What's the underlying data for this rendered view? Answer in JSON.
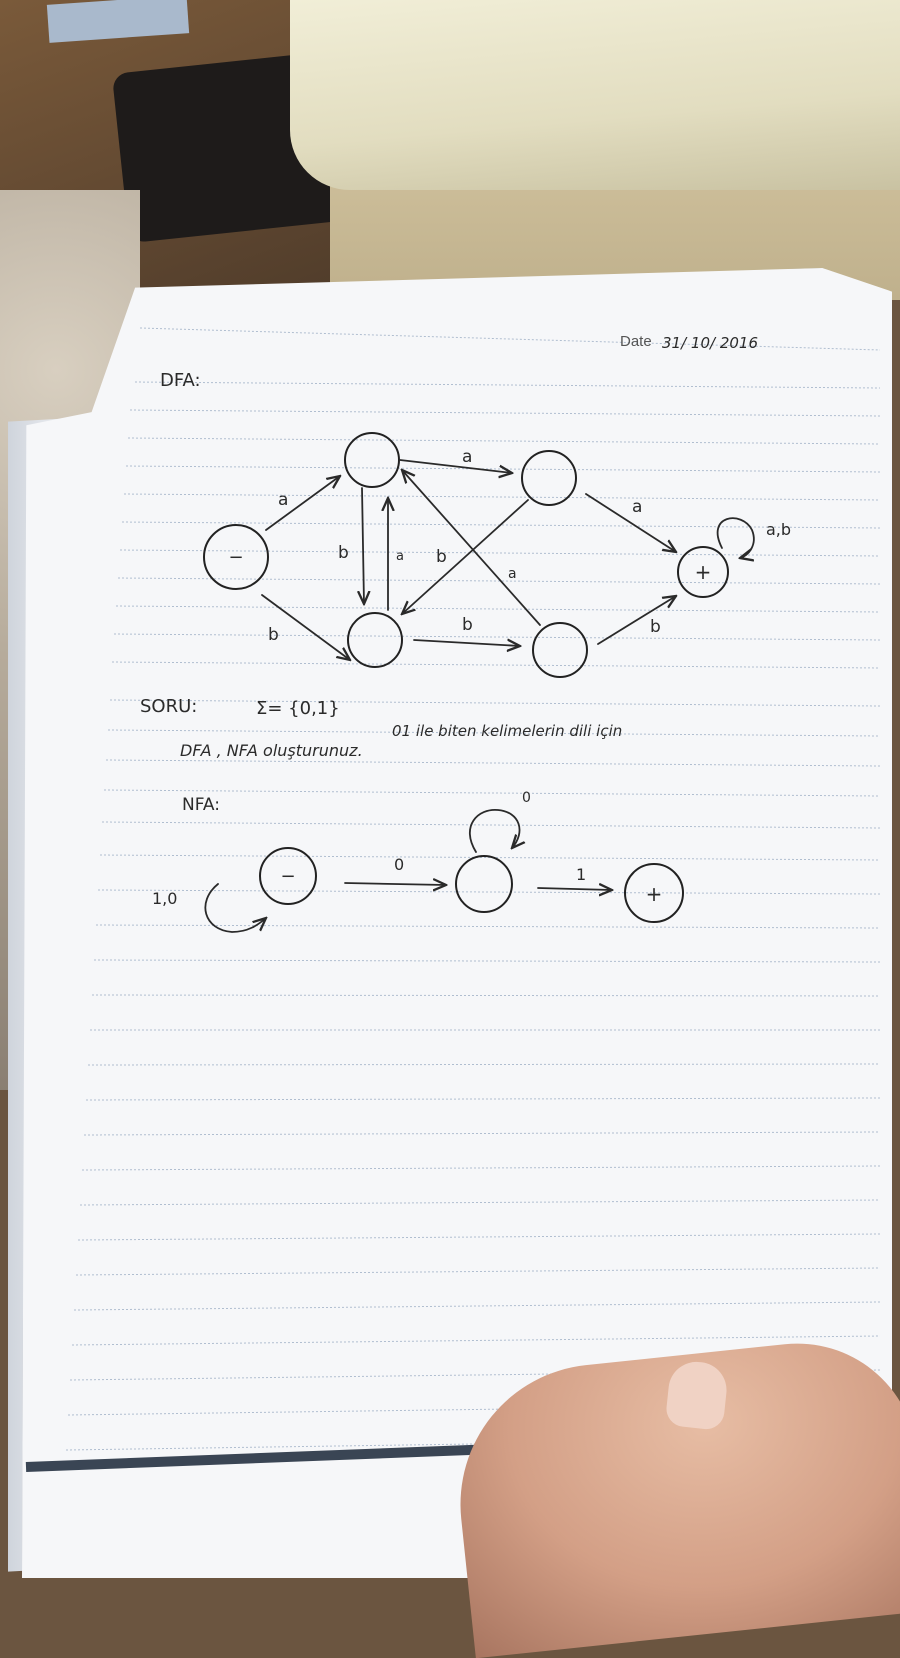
{
  "header": {
    "date_label": "Date",
    "date_value": "31/ 10/ 2016"
  },
  "dfa": {
    "title": "DFA:",
    "start_symbol": "−",
    "accept_symbol": "+",
    "labels": {
      "start_to_top": "a",
      "start_to_bottom": "b",
      "top_to_topright": "a",
      "top_to_bottom": "b",
      "bottom_to_top": "a",
      "topright_to_bottom": "b",
      "bottomright_to_top": "a",
      "topright_to_accept": "a",
      "bottom_to_bottomright": "b",
      "bottomright_to_accept": "b",
      "accept_loop": "a,b"
    }
  },
  "question": {
    "line1_prefix": "SORU:",
    "line1_set": "Σ= {0,1}",
    "line1_text": "01 ile biten kelimelerin dili için",
    "line2": "DFA , NFA oluşturunuz."
  },
  "nfa": {
    "title": "NFA:",
    "start_symbol": "−",
    "accept_symbol": "+",
    "labels": {
      "start_loop": "1,0",
      "start_to_mid": "0",
      "mid_loop": "0",
      "mid_to_accept": "1"
    }
  },
  "colors": {
    "paper": "#f6f7f9",
    "ink": "#2a2a2a",
    "rule_lines": "#9fb0c6",
    "cover_strip": "#3a4554"
  }
}
